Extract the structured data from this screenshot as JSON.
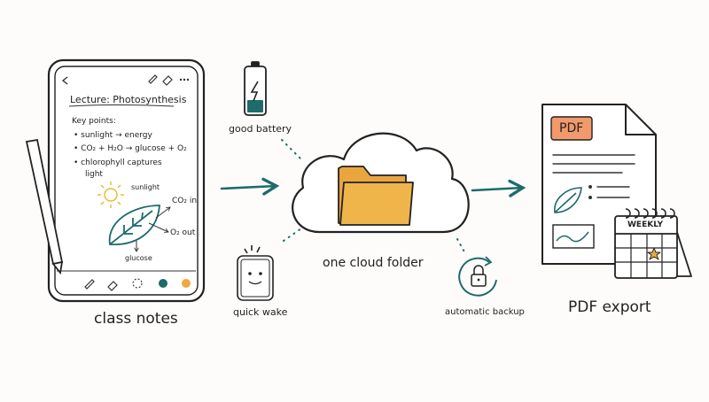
{
  "tablet": {
    "caption": "class notes",
    "note_title": "Lecture: Photosynthesis",
    "key_points_heading": "Key points:",
    "points": [
      "• sunlight → energy",
      "• CO₂ + H₂O → glucose + O₂",
      "• chlorophyll captures",
      "light"
    ],
    "sketch_labels": {
      "sunlight": "sunlight",
      "co2_in": "CO₂ in",
      "o2_out": "O₂ out",
      "glucose": "glucose"
    }
  },
  "features": {
    "battery": "good battery",
    "wake": "quick wake",
    "backup": "automatic backup"
  },
  "cloud": {
    "caption": "one cloud folder"
  },
  "export": {
    "caption": "PDF export",
    "pdf_badge": "PDF",
    "calendar_label": "WEEKLY"
  },
  "colors": {
    "teal": "#1e6b6b",
    "folder": "#f0b54a",
    "pdf_badge": "#f29a6c",
    "star": "#f0a93a"
  }
}
